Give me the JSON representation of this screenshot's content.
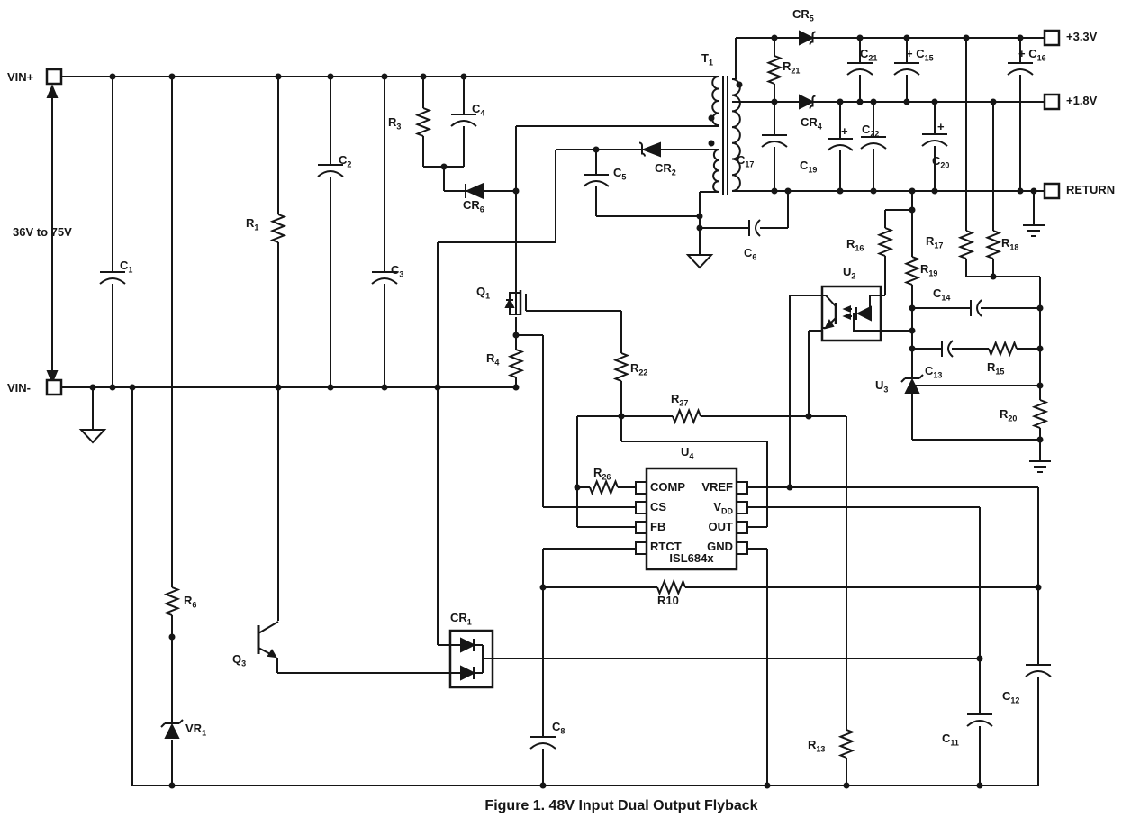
{
  "caption": "Figure 1. 48V Input Dual Output Flyback",
  "colors": {
    "line": "#161616",
    "background": "#ffffff"
  },
  "terminals": {
    "vin_plus": "VIN+",
    "vin_minus": "VIN-",
    "v33": "+3.3V",
    "v18": "+1.8V",
    "ret": "RETURN"
  },
  "annotations": {
    "input_range": "36V to 75V"
  },
  "chip": {
    "name": "ISL684x",
    "refdes": "U_4",
    "pins_left": {
      "comp": "COMP",
      "cs": "CS",
      "fb": "FB",
      "rtct": "RTCT"
    },
    "pins_right": {
      "vref": "VREF",
      "vdd": "V_DD",
      "out": "OUT",
      "gnd": "GND"
    }
  },
  "labels": {
    "c1": "C_1",
    "c2": "C_2",
    "c3": "C_3",
    "c4": "C_4",
    "c5": "C_5",
    "c6": "C_6",
    "c8": "C_8",
    "c11": "C_11",
    "c12": "C_12",
    "c13": "C_13",
    "c14": "C_14",
    "c15": "+ C_15",
    "c16": "+ C_16",
    "c17": "C_17",
    "c19": "C_19",
    "c19_plus": "+",
    "c20": "C_20",
    "c20_plus": "+",
    "c21": "C_21",
    "c22": "C_22",
    "r1": "R_1",
    "r3": "R_3",
    "r4": "R_4",
    "r6": "R_6",
    "r10": "R10",
    "r13": "R_13",
    "r15": "R_15",
    "r16": "R_16",
    "r17": "R_17",
    "r18": "R_18",
    "r19": "R_19",
    "r20": "R_20",
    "r21": "R_21",
    "r22": "R_22",
    "r26": "R_26",
    "r27": "R_27",
    "cr1": "CR_1",
    "cr2": "CR_2",
    "cr4": "CR_4",
    "cr5": "CR_5",
    "cr6": "CR_6",
    "q1": "Q_1",
    "q3": "Q_3",
    "t1": "T_1",
    "u2": "U_2",
    "u3": "U_3",
    "vr1": "VR_1"
  }
}
